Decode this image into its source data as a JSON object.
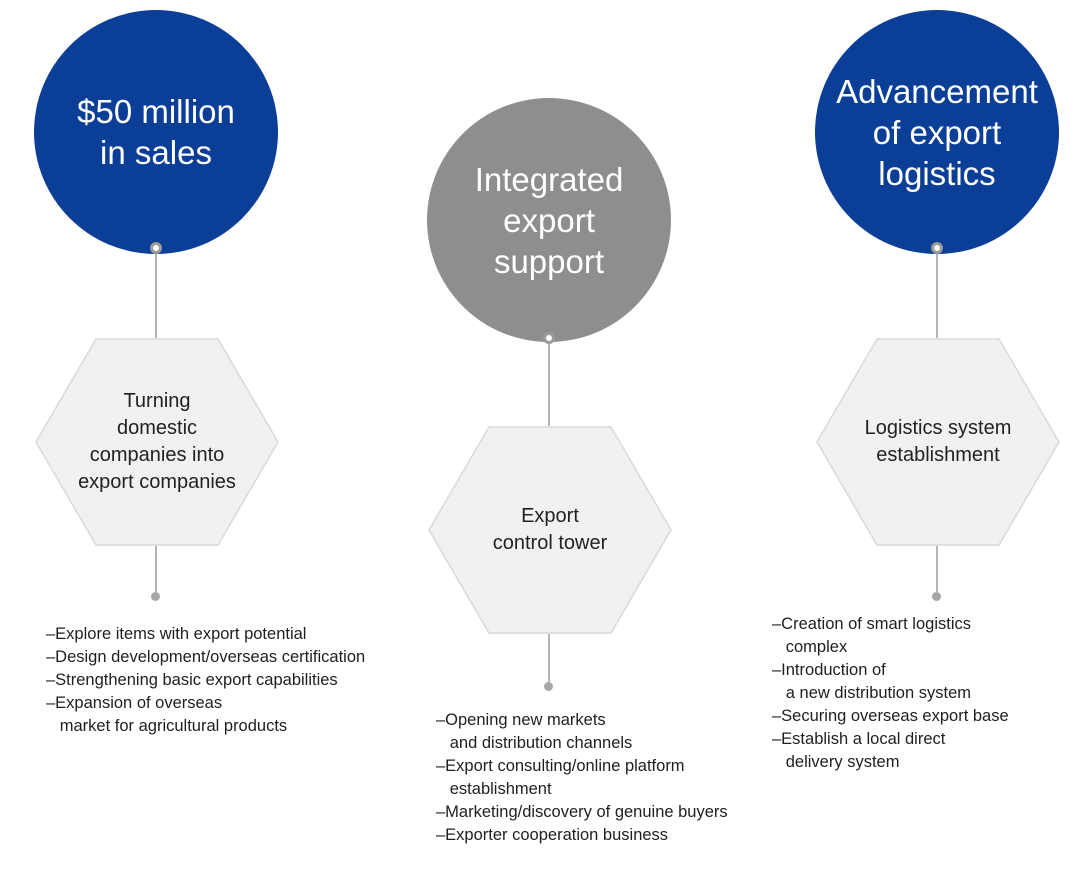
{
  "columns": [
    {
      "circle_title": "$50 million\nin sales",
      "circle_color": "#0b3e96",
      "hex_label": "Turning\ndomestic\ncompanies into\nexport companies",
      "bullets": [
        "–Explore items with export potential",
        "–Design development/overseas certification",
        "–Strengthening basic export capabilities",
        "–Expansion of overseas",
        "   market for agricultural products"
      ]
    },
    {
      "circle_title": "Integrated\nexport\nsupport",
      "circle_color": "#8e8e8e",
      "hex_label": "Export\ncontrol tower",
      "bullets": [
        "–Opening new markets",
        "   and distribution channels",
        "–Export consulting/online platform",
        "   establishment",
        "–Marketing/discovery of genuine buyers",
        "–Exporter cooperation business"
      ]
    },
    {
      "circle_title": "Advancement\nof export\nlogistics",
      "circle_color": "#0b3e96",
      "hex_label": "Logistics system\nestablishment",
      "bullets": [
        "–Creation of smart logistics",
        "   complex",
        "–Introduction of",
        "   a new distribution system",
        "–Securing overseas export base",
        "–Establish a local direct",
        "   delivery system"
      ]
    }
  ]
}
